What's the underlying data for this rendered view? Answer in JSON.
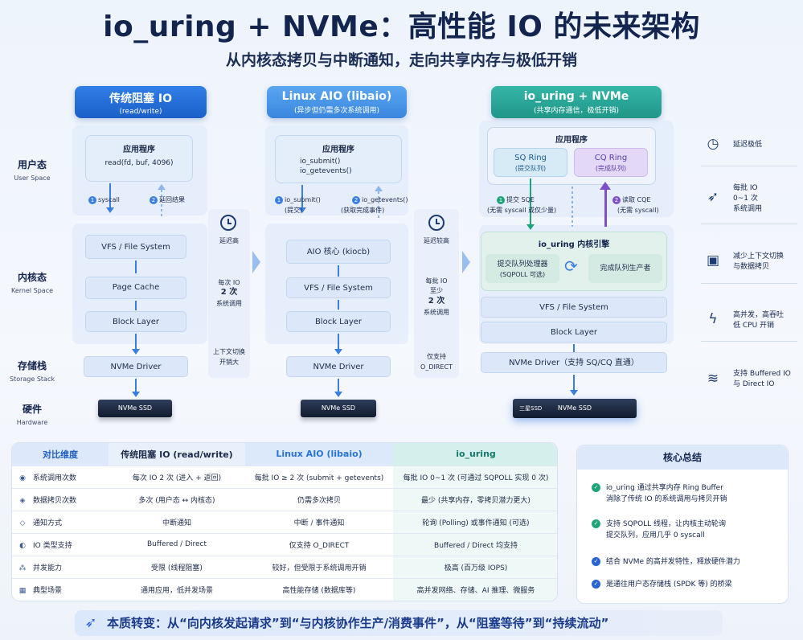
{
  "header": {
    "title": "io_uring + NVMe：高性能 IO 的未来架构",
    "subtitle": "从内核态拷贝与中断通知，走向共享内存与极低开销"
  },
  "columns": [
    {
      "title": "传统阻塞 IO",
      "sub": "(read/write)"
    },
    {
      "title": "Linux AIO (libaio)",
      "sub": "(异步但仍需多次系统调用)"
    },
    {
      "title": "io_uring + NVMe",
      "sub": "(共享内存通信，极低开销)"
    }
  ],
  "rows": {
    "user": {
      "zh": "用户态",
      "en": "User Space"
    },
    "kernel": {
      "zh": "内核态",
      "en": "Kernel Space"
    },
    "storage": {
      "zh": "存储栈",
      "en": "Storage Stack"
    },
    "hardware": {
      "zh": "硬件",
      "en": "Hardware"
    }
  },
  "col1": {
    "app_title": "应用程序",
    "app_code": "read(fd, buf, 4096)",
    "step1": "syscall",
    "step2": "延回结果",
    "layers": [
      "VFS / File System",
      "Page Cache",
      "Block Layer"
    ],
    "driver": "NVMe Driver",
    "ssd": "NVMe SSD"
  },
  "col2": {
    "app_title": "应用程序",
    "app_code1": "io_submit()",
    "app_code2": "io_getevents()",
    "step1": "io_submit()",
    "step1_sub": "(提交)",
    "step2": "io_getevents()",
    "step2_sub": "(获取完成事件)",
    "layers": [
      "AIO 核心 (kiocb)",
      "VFS / File System",
      "Block Layer"
    ],
    "driver": "NVMe Driver",
    "ssd": "NVMe SSD"
  },
  "col3": {
    "app_title": "应用程序",
    "sq": "SQ Ring",
    "sq_sub": "(提交队列)",
    "cq": "CQ Ring",
    "cq_sub": "(完成队列)",
    "step1": "提交 SQE",
    "step1_sub": "(无需 syscall 或仅少量)",
    "step2": "读取 CQE",
    "step2_sub": "(无需 syscall)",
    "engine": "io_uring 内核引擎",
    "engine_left": "提交队列处理器",
    "engine_left_sub": "(SQPOLL 可选)",
    "engine_right": "完成队列生产者",
    "layers": [
      "VFS / File System",
      "Block Layer"
    ],
    "driver": "NVMe Driver（支持 SQ/CQ 直通）",
    "ssd": "NVMe SSD",
    "ssd_logo": "三星SSD"
  },
  "mid1": {
    "latency": "延迟高",
    "l1": "每次 IO",
    "l2": "2 次",
    "l3": "系统调用",
    "l4": "上下文切换",
    "l5": "开销大"
  },
  "mid2": {
    "latency": "延迟较高",
    "l1": "每批 IO",
    "l2": "至少",
    "l3": "2 次",
    "l4": "系统调用",
    "l5": "仅支持",
    "l6": "O_DIRECT"
  },
  "features": [
    {
      "icon": "clock-icon",
      "glyph": "◷",
      "text": "延迟极低"
    },
    {
      "icon": "rocket-icon",
      "glyph": "➶",
      "text": "每批 IO\n0~1 次\n系统调用"
    },
    {
      "icon": "chip-icon",
      "glyph": "▣",
      "text": "减少上下文切换\n与数据拷贝"
    },
    {
      "icon": "lightning-icon",
      "glyph": "ϟ",
      "text": "高并发，高吞吐\n低 CPU 开销"
    },
    {
      "icon": "stack-icon",
      "glyph": "≋",
      "text": "支持 Buffered IO\n与 Direct IO"
    }
  ],
  "table": {
    "headers": [
      "对比维度",
      "传统阻塞 IO (read/write)",
      "Linux AIO (libaio)",
      "io_uring"
    ],
    "rows": [
      {
        "icon": "◉",
        "dim": "系统调用次数",
        "c1": "每次 IO 2 次 (进入 + 返回)",
        "c2": "每批 IO ≥ 2 次 (submit + getevents)",
        "c3": "每批 IO 0~1 次 (可通过 SQPOLL 实现 0 次)"
      },
      {
        "icon": "◈",
        "dim": "数据拷贝次数",
        "c1": "多次 (用户态 ↔ 内核态)",
        "c2": "仍需多次拷贝",
        "c3": "最少 (共享内存，零拷贝潜力更大)"
      },
      {
        "icon": "◇",
        "dim": "通知方式",
        "c1": "中断通知",
        "c2": "中断 / 事件通知",
        "c3": "轮询 (Polling) 或事件通知 (可选)"
      },
      {
        "icon": "◐",
        "dim": "IO 类型支持",
        "c1": "Buffered / Direct",
        "c2": "仅支持 O_DIRECT",
        "c3": "Buffered / Direct 均支持"
      },
      {
        "icon": "⁂",
        "dim": "并发能力",
        "c1": "受限 (线程阻塞)",
        "c2": "较好，但受限于系统调用开销",
        "c3": "极高 (百万级 IOPS)"
      },
      {
        "icon": "▦",
        "dim": "典型场景",
        "c1": "通用应用，低并发场景",
        "c2": "高性能存储 (数据库等)",
        "c3": "高并发网络、存储、AI 推理、微服务"
      }
    ]
  },
  "summary": {
    "title": "核心总结",
    "items": [
      {
        "l1": "io_uring 通过共享内存 Ring Buffer",
        "l2": "消除了传统 IO 的系统调用与拷贝开销"
      },
      {
        "l1": "支持 SQPOLL 线程，让内核主动轮询",
        "l2": "提交队列，应用几乎 0 syscall"
      },
      {
        "l1": "结合 NVMe 的高并发特性，释放硬件潜力",
        "l2": ""
      },
      {
        "l1": "是通往用户态存储栈 (SPDK 等) 的桥梁",
        "l2": ""
      }
    ]
  },
  "banner": "本质转变：从“向内核发起请求”到“与内核协作生产/消费事件”，从“阻塞等待”到“持续流动”",
  "colors": {
    "blue": "#1c5fc9",
    "teal": "#1f9688",
    "purple": "#7e4fc9",
    "green": "#1fa37a",
    "navy": "#13254f"
  }
}
